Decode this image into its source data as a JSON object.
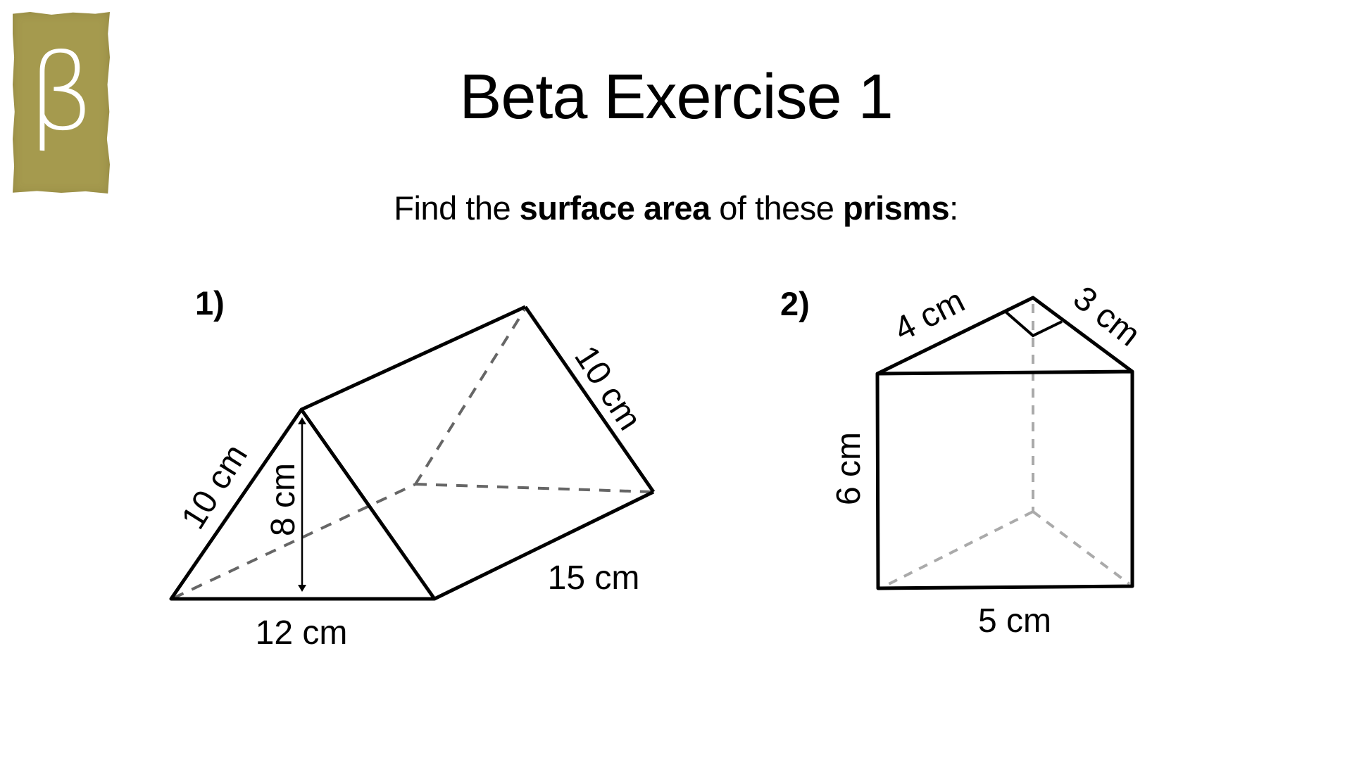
{
  "badge": {
    "glyph": "β",
    "icon": "beta-badge-icon",
    "color": "#a59a4e"
  },
  "title": "Beta Exercise 1",
  "instruction": {
    "parts": [
      "Find the ",
      "surface area",
      " of these ",
      "prisms",
      ":"
    ]
  },
  "questions": [
    {
      "number": "1)",
      "shape": "triangular prism",
      "labels": {
        "left_slant": "10 cm",
        "height": "8 cm",
        "base": "12 cm",
        "back_slant": "10 cm",
        "length": "15 cm"
      }
    },
    {
      "number": "2)",
      "shape": "right triangular prism",
      "labels": {
        "top_left_edge": "4 cm",
        "top_right_edge": "3 cm",
        "height": "6 cm",
        "base": "5 cm"
      }
    }
  ],
  "colors": {
    "edge": "#000000",
    "hidden_edge_q1": "#666666",
    "hidden_edge_q2": "#aaaaaa"
  }
}
